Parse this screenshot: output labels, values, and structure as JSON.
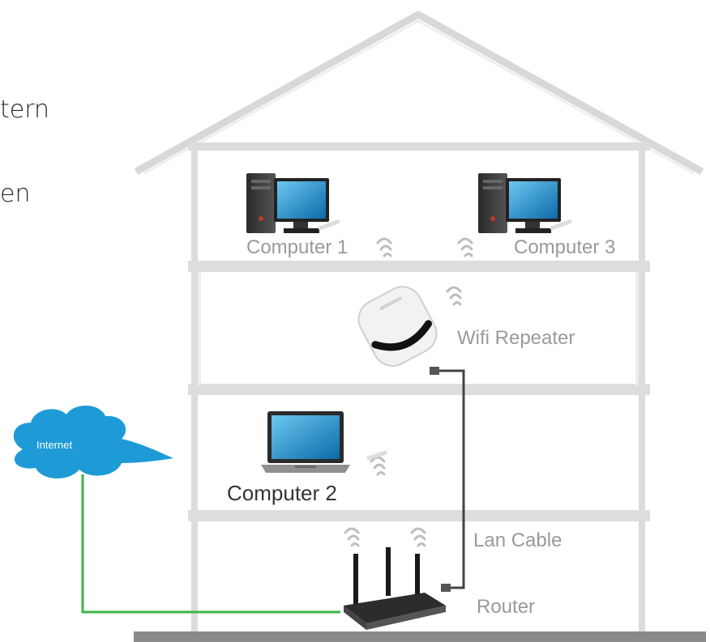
{
  "side_text": {
    "line1": "tern",
    "line2": "en"
  },
  "labels": {
    "computer1": "Computer 1",
    "computer3": "Computer 3",
    "wifi_repeater": "Wifi Repeater",
    "computer2": "Computer 2",
    "lan_cable": "Lan Cable",
    "router": "Router",
    "internet": "Internet"
  },
  "colors": {
    "house_outline": "#d8d8d8",
    "ground": "#8a8a8a",
    "internet_cloud": "#1e9bd7",
    "green_cable": "#3cb44a",
    "lan_cable": "#444444",
    "screen_blue": "#1e88c8"
  },
  "icons": {
    "computer": "desktop-computer-icon",
    "laptop": "laptop-icon",
    "repeater": "wifi-repeater-icon",
    "router": "router-icon",
    "cloud": "cloud-icon",
    "signal": "wifi-signal-icon"
  }
}
